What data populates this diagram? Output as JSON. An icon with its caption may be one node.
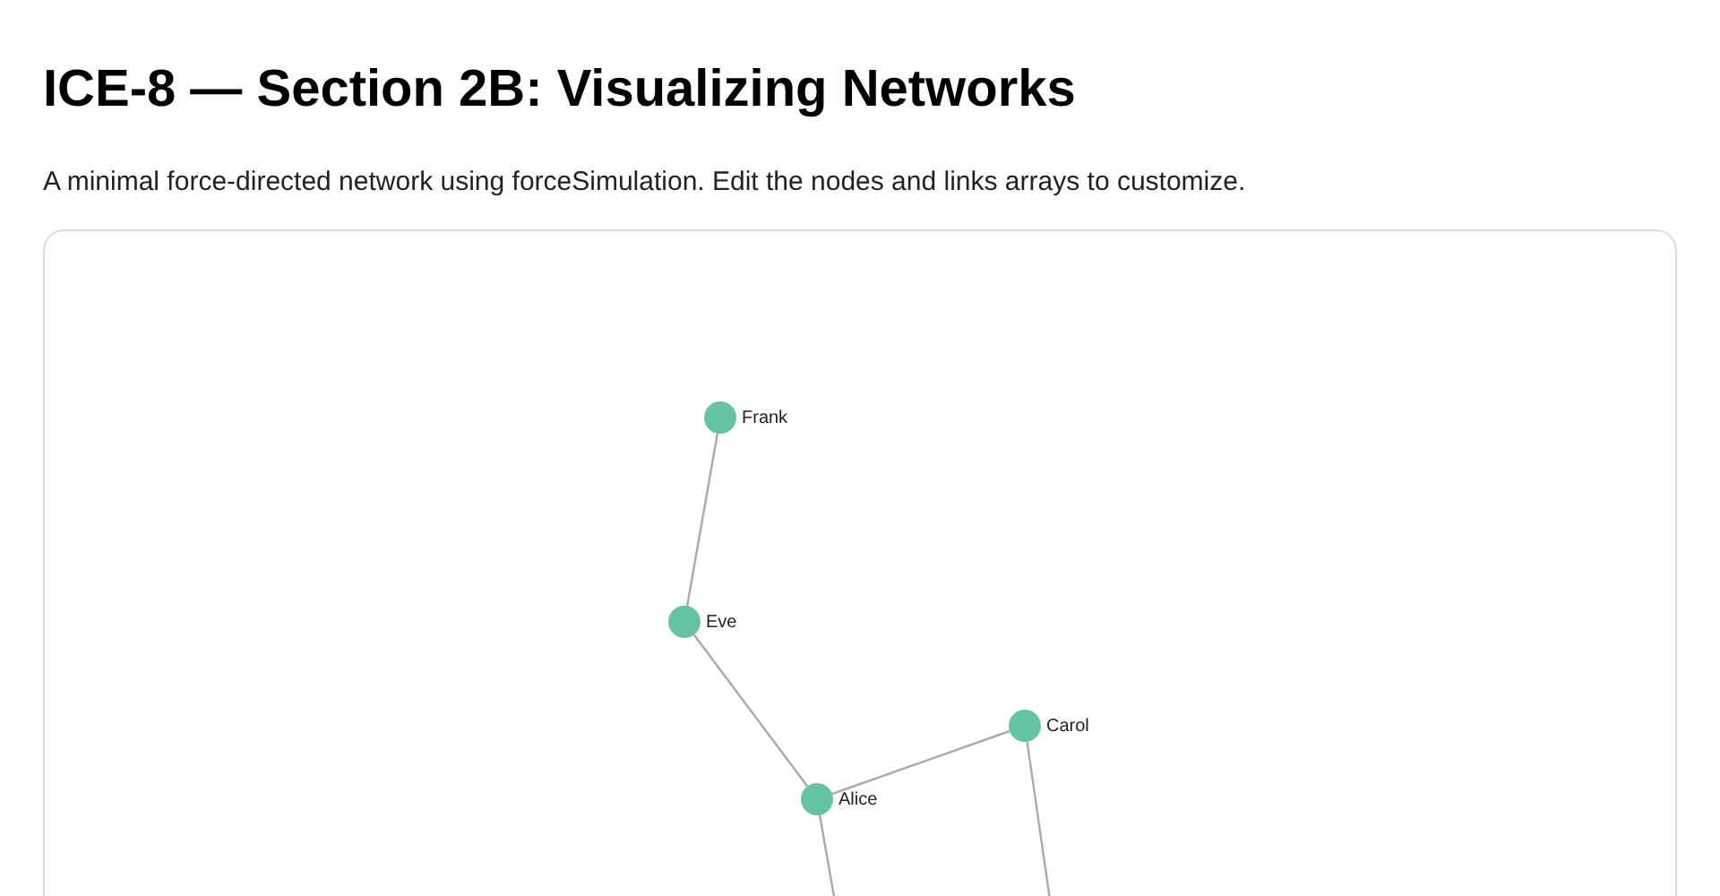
{
  "diagram": {
    "title": "ICE-8 — Section 2B: Visualizing Networks",
    "caption": "A minimal force-directed network using forceSimulation. Edit the nodes and links arrays to customize.",
    "nodes": [
      {
        "text": [
          "Frank"
        ]
      },
      {
        "text": [
          "Eve"
        ]
      },
      {
        "text": [
          "Carol"
        ]
      },
      {
        "text": [
          "Alice"
        ]
      }
    ],
    "edges": [
      {
        "from": 0,
        "to": 1,
        "arrow": "none"
      },
      {
        "from": 1,
        "to": 3,
        "arrow": "none"
      },
      {
        "from": 3,
        "to": 2,
        "arrow": "none"
      },
      {
        "from": 3,
        "to": null,
        "arrow": "none"
      },
      {
        "from": 2,
        "to": null,
        "arrow": "none"
      }
    ]
  }
}
